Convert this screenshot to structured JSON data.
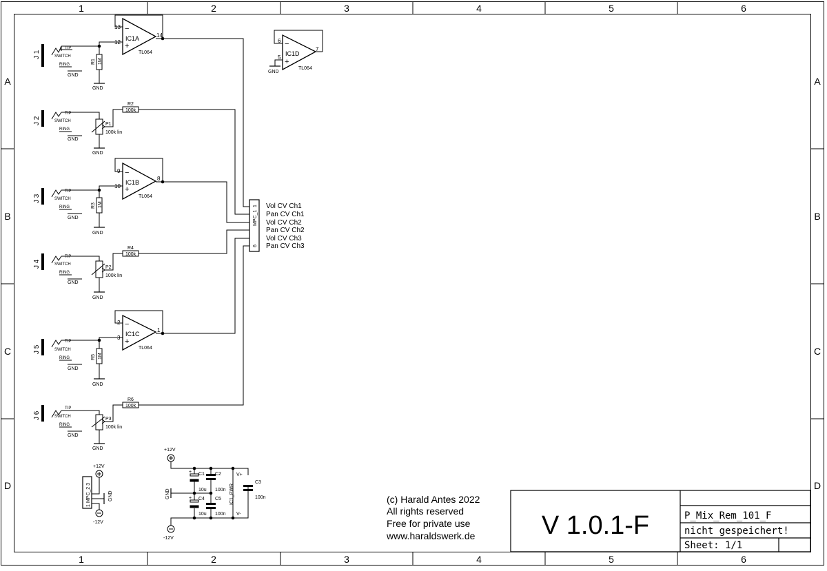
{
  "frame": {
    "columns": [
      "1",
      "2",
      "3",
      "4",
      "5",
      "6"
    ],
    "rows": [
      "A",
      "B",
      "C",
      "D"
    ]
  },
  "opamps": [
    {
      "ref": "IC1A",
      "value": "TL064",
      "inv_pin": "13",
      "noninv_pin": "12",
      "out_pin": "14"
    },
    {
      "ref": "IC1B",
      "value": "TL064",
      "inv_pin": "9",
      "noninv_pin": "10",
      "out_pin": "8"
    },
    {
      "ref": "IC1C",
      "value": "TL064",
      "inv_pin": "2",
      "noninv_pin": "3",
      "out_pin": "1"
    },
    {
      "ref": "IC1D",
      "value": "TL064",
      "inv_pin": "6",
      "noninv_pin": "5",
      "out_pin": "7"
    }
  ],
  "jacks": [
    {
      "ref": "J 1"
    },
    {
      "ref": "J 2"
    },
    {
      "ref": "J 3"
    },
    {
      "ref": "J 4"
    },
    {
      "ref": "J 5"
    },
    {
      "ref": "J 6"
    }
  ],
  "jack_pins": {
    "tip": "TIP",
    "switch": "SWITCH",
    "ring": "RING"
  },
  "gnd": "GND",
  "resistors": [
    {
      "ref": "R1",
      "value": "1M"
    },
    {
      "ref": "R2",
      "value": "100k"
    },
    {
      "ref": "R3",
      "value": "1M"
    },
    {
      "ref": "R4",
      "value": "100k"
    },
    {
      "ref": "R5",
      "value": "1M"
    },
    {
      "ref": "R6",
      "value": "100k"
    }
  ],
  "pots": [
    {
      "ref": "P1",
      "value": "100k lin"
    },
    {
      "ref": "P2",
      "value": "100k lin"
    },
    {
      "ref": "P3",
      "value": "100k lin"
    }
  ],
  "connector": {
    "ref": "MPC_1",
    "pin_first": "1",
    "pin_last": "6",
    "signals": [
      "Vol CV Ch1",
      "Pan CV Ch1",
      "Vol CV Ch2",
      "Pan CV Ch2",
      "Vol CV Ch3",
      "Pan CV Ch3"
    ]
  },
  "power_connector": {
    "ref": "1 MPC_2 3",
    "gnd": "GND",
    "plus": "+12V",
    "minus": "-12V"
  },
  "supply": {
    "plus": "+12V",
    "minus": "-12V",
    "gnd": "GND",
    "ic_ref": "IC1_PWR",
    "vplus": "V+",
    "vminus": "V-",
    "caps": [
      {
        "ref": "C1",
        "value": "10u"
      },
      {
        "ref": "C2",
        "value": "100n"
      },
      {
        "ref": "C3",
        "value": "100n"
      },
      {
        "ref": "C4",
        "value": "10u"
      },
      {
        "ref": "C5",
        "value": "100n"
      }
    ]
  },
  "notes": [
    "(c) Harald Antes 2022",
    "All rights reserved",
    "Free for private use",
    "www.haraldswerk.de"
  ],
  "title_block": {
    "version": "V 1.0.1-F",
    "filename": "P_Mix_Rem_101_F",
    "status": "nicht gespeichert!",
    "sheet": "Sheet: 1/1"
  }
}
